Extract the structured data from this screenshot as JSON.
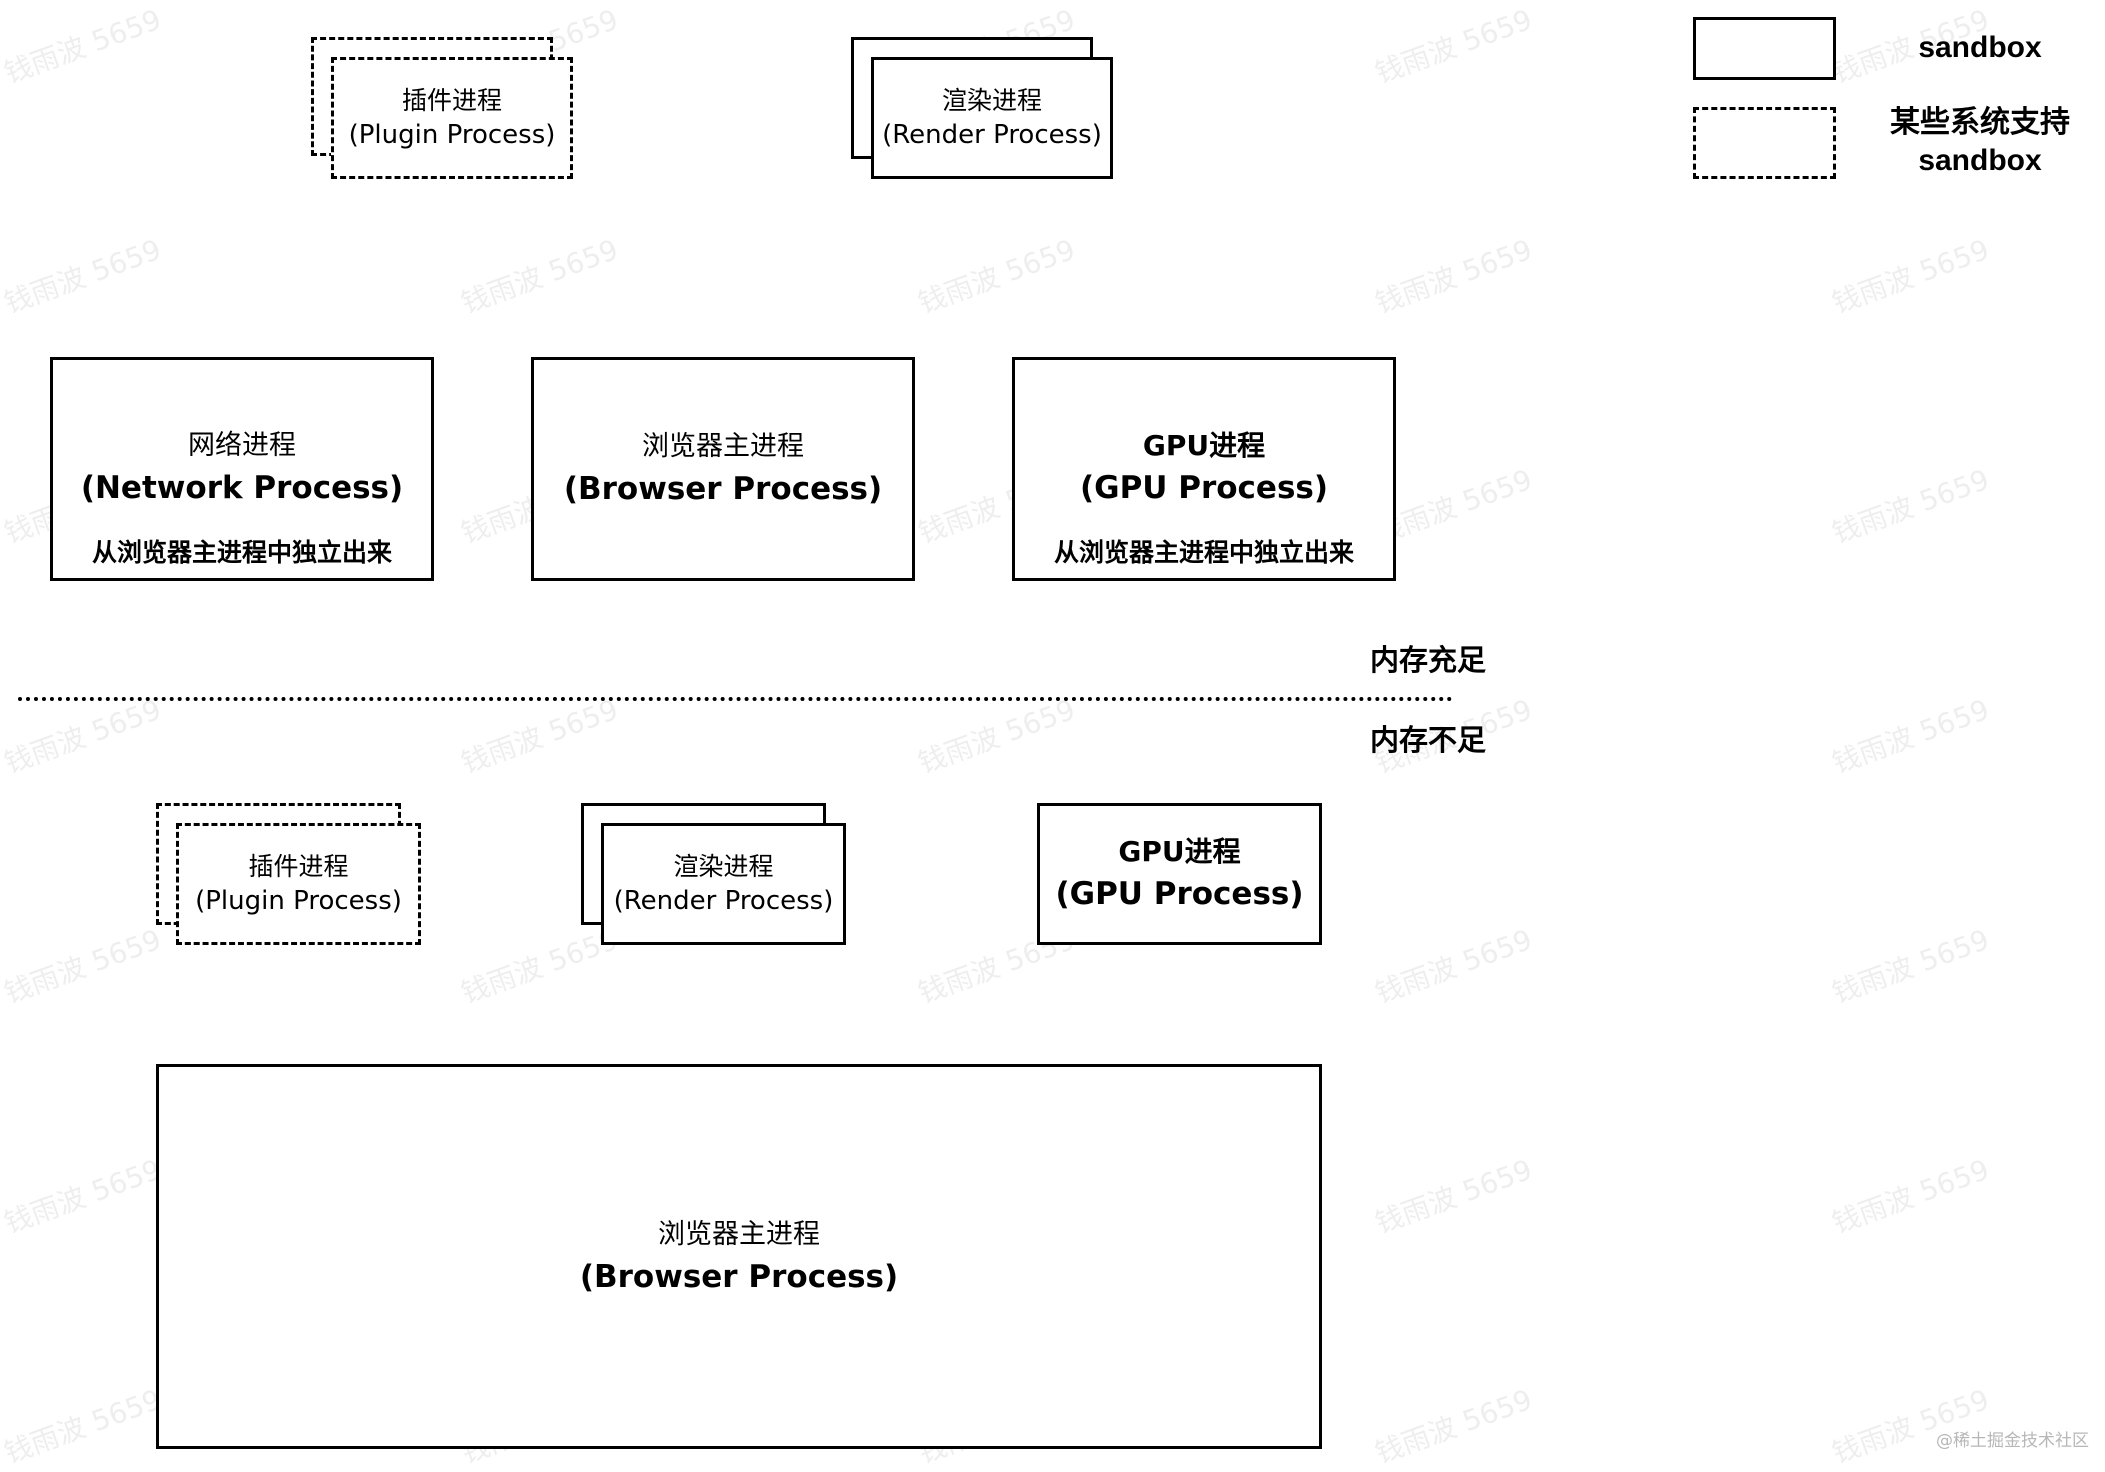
{
  "watermark": "钱雨波 5659",
  "credit": "@稀土掘金技术社区",
  "legend": {
    "solid_label": "sandbox",
    "dashed_label_line1": "某些系统支持",
    "dashed_label_line2": "sandbox"
  },
  "top": {
    "plugin": {
      "zh": "插件进程",
      "en": "(Plugin Process)"
    },
    "render": {
      "zh": "渲染进程",
      "en": "(Render Process)"
    },
    "network": {
      "zh": "网络进程",
      "en": "(Network Process)",
      "note": "从浏览器主进程中独立出来"
    },
    "browser": {
      "zh": "浏览器主进程",
      "en": "(Browser Process)"
    },
    "gpu": {
      "zh": "GPU进程",
      "en": "(GPU Process)",
      "note": "从浏览器主进程中独立出来"
    }
  },
  "memory": {
    "sufficient": "内存充足",
    "insufficient": "内存不足"
  },
  "bottom": {
    "plugin": {
      "zh": "插件进程",
      "en": "(Plugin Process)"
    },
    "render": {
      "zh": "渲染进程",
      "en": "(Render Process)"
    },
    "gpu": {
      "zh": "GPU进程",
      "en": "(GPU Process)"
    },
    "browser": {
      "zh": "浏览器主进程",
      "en": "(Browser Process)"
    }
  }
}
